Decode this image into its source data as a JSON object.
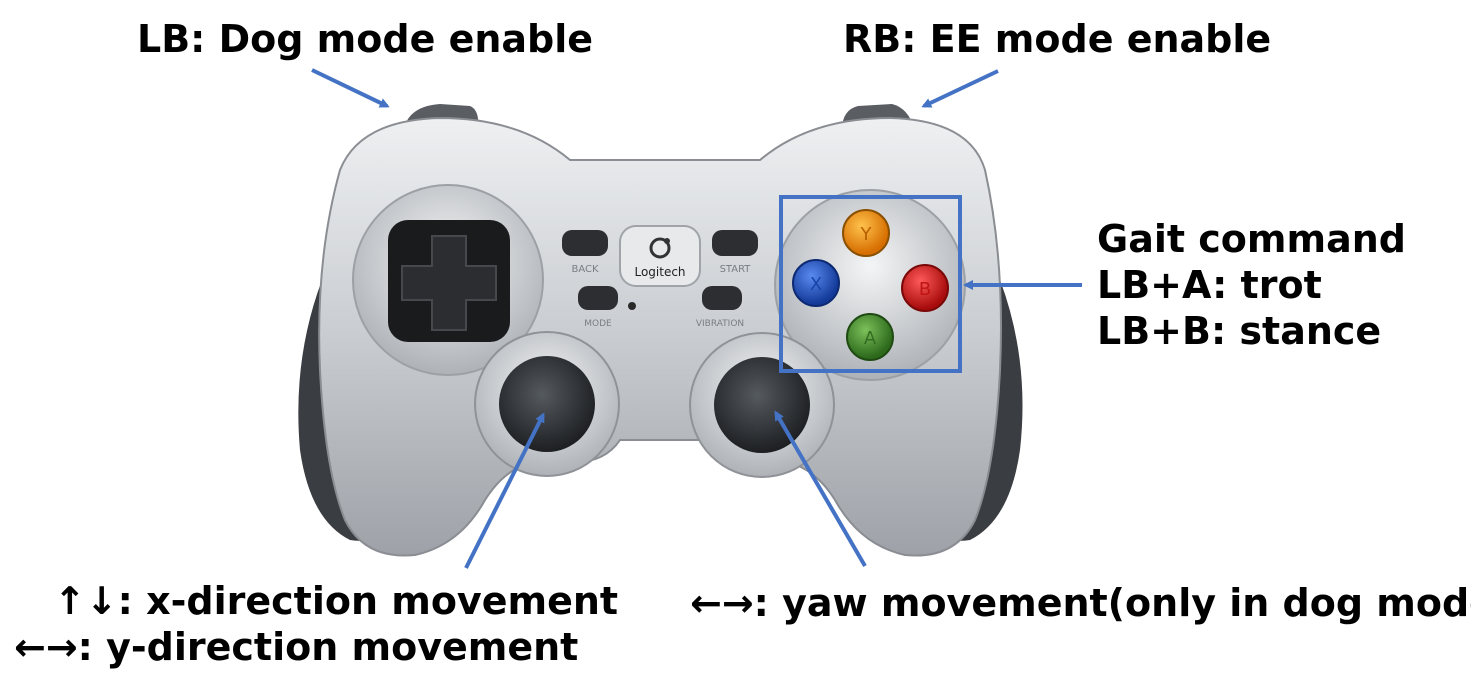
{
  "labels": {
    "lb": "LB: Dog mode enable",
    "rb": "RB: EE mode enable",
    "gait_title": "Gait command",
    "gait_trot": "LB+A: trot",
    "gait_stance": "LB+B: stance",
    "left_stick_x": "↑↓: x-direction movement",
    "left_stick_y": "←→: y-direction movement",
    "right_stick": "←→: yaw movement(only in dog mode)"
  },
  "controller": {
    "brand": "Logitech",
    "button_back": "BACK",
    "button_start": "START",
    "button_mode": "MODE",
    "button_vibration": "VIBRATION",
    "face_x": "X",
    "face_y": "Y",
    "face_b": "B",
    "face_a": "A"
  },
  "colors": {
    "annotation": "#4472c4",
    "face_x": "#1f4fb8",
    "face_y": "#f08a00",
    "face_b": "#d61a1a",
    "face_a": "#3e8a2a"
  }
}
